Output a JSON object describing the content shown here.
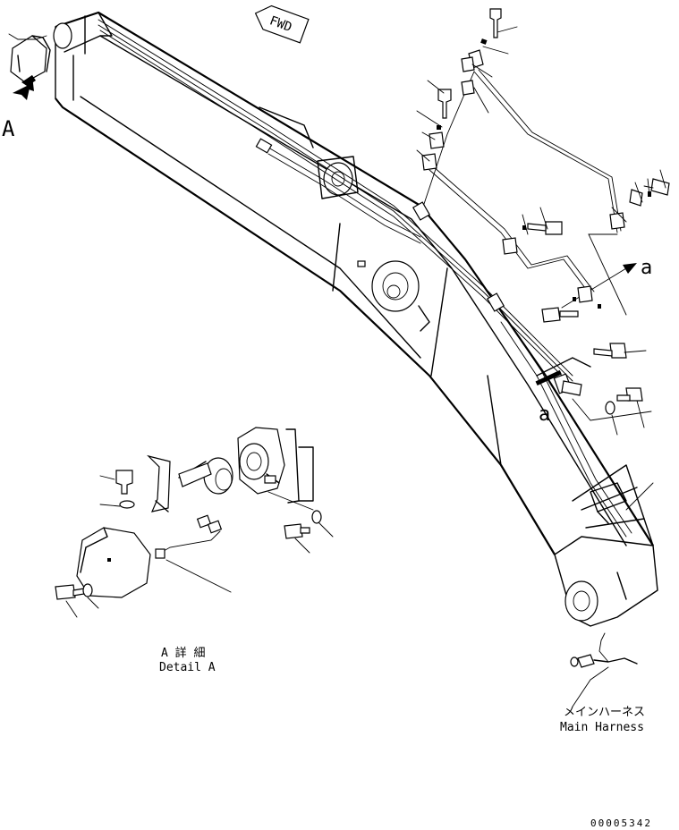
{
  "view_label": "A",
  "fwd_label": "FWD",
  "detail": {
    "title_jp": "A 詳 細",
    "title_en": "Detail A"
  },
  "section_marks": {
    "upper": "a",
    "lower": "a"
  },
  "harness": {
    "label_jp": "メインハーネス",
    "label_en": "Main Harness"
  },
  "drawing_number": "00005342"
}
